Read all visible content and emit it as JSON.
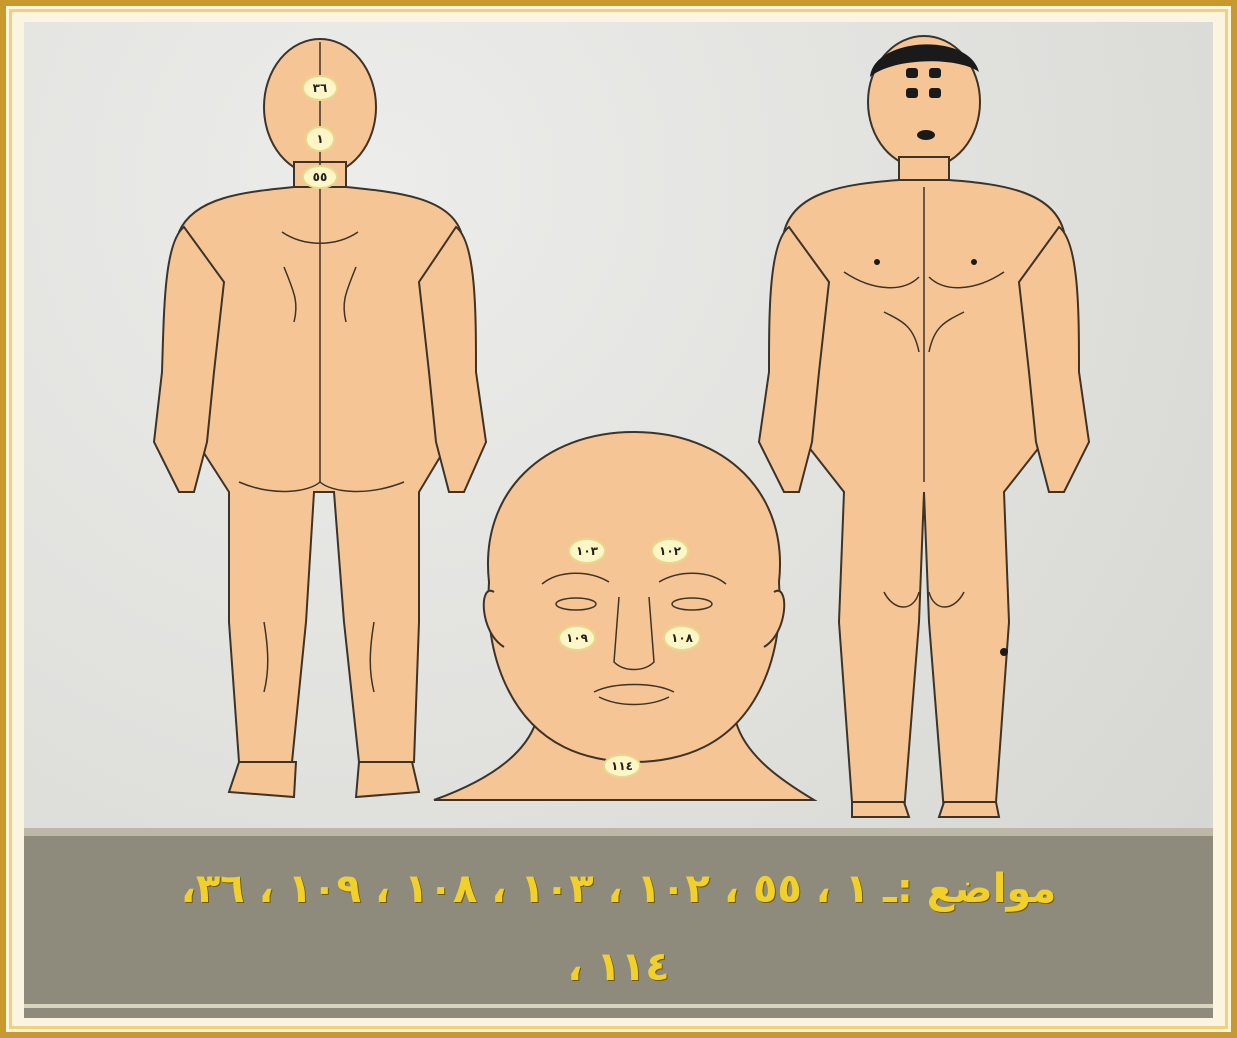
{
  "points": {
    "back": [
      "٣٦",
      "١",
      "٥٥"
    ],
    "face": [
      "١٠٣",
      "١٠٢",
      "١٠٩",
      "١٠٨",
      "١١٤"
    ]
  },
  "caption": {
    "line1": "مواضع :ـ ١ ، ٥٥ ، ١٠٢ ، ١٠٣ ، ١٠٨ ، ١٠٩ ، ٣٦،",
    "line2": "١١٤ ،"
  },
  "colors": {
    "skin": "#f6c596",
    "outline": "#3d3327",
    "frame_gold": "#c89a2e",
    "caption_bg": "#8f8b7c",
    "caption_text": "#f2d02a",
    "marker_fill": "#fff6c8"
  }
}
